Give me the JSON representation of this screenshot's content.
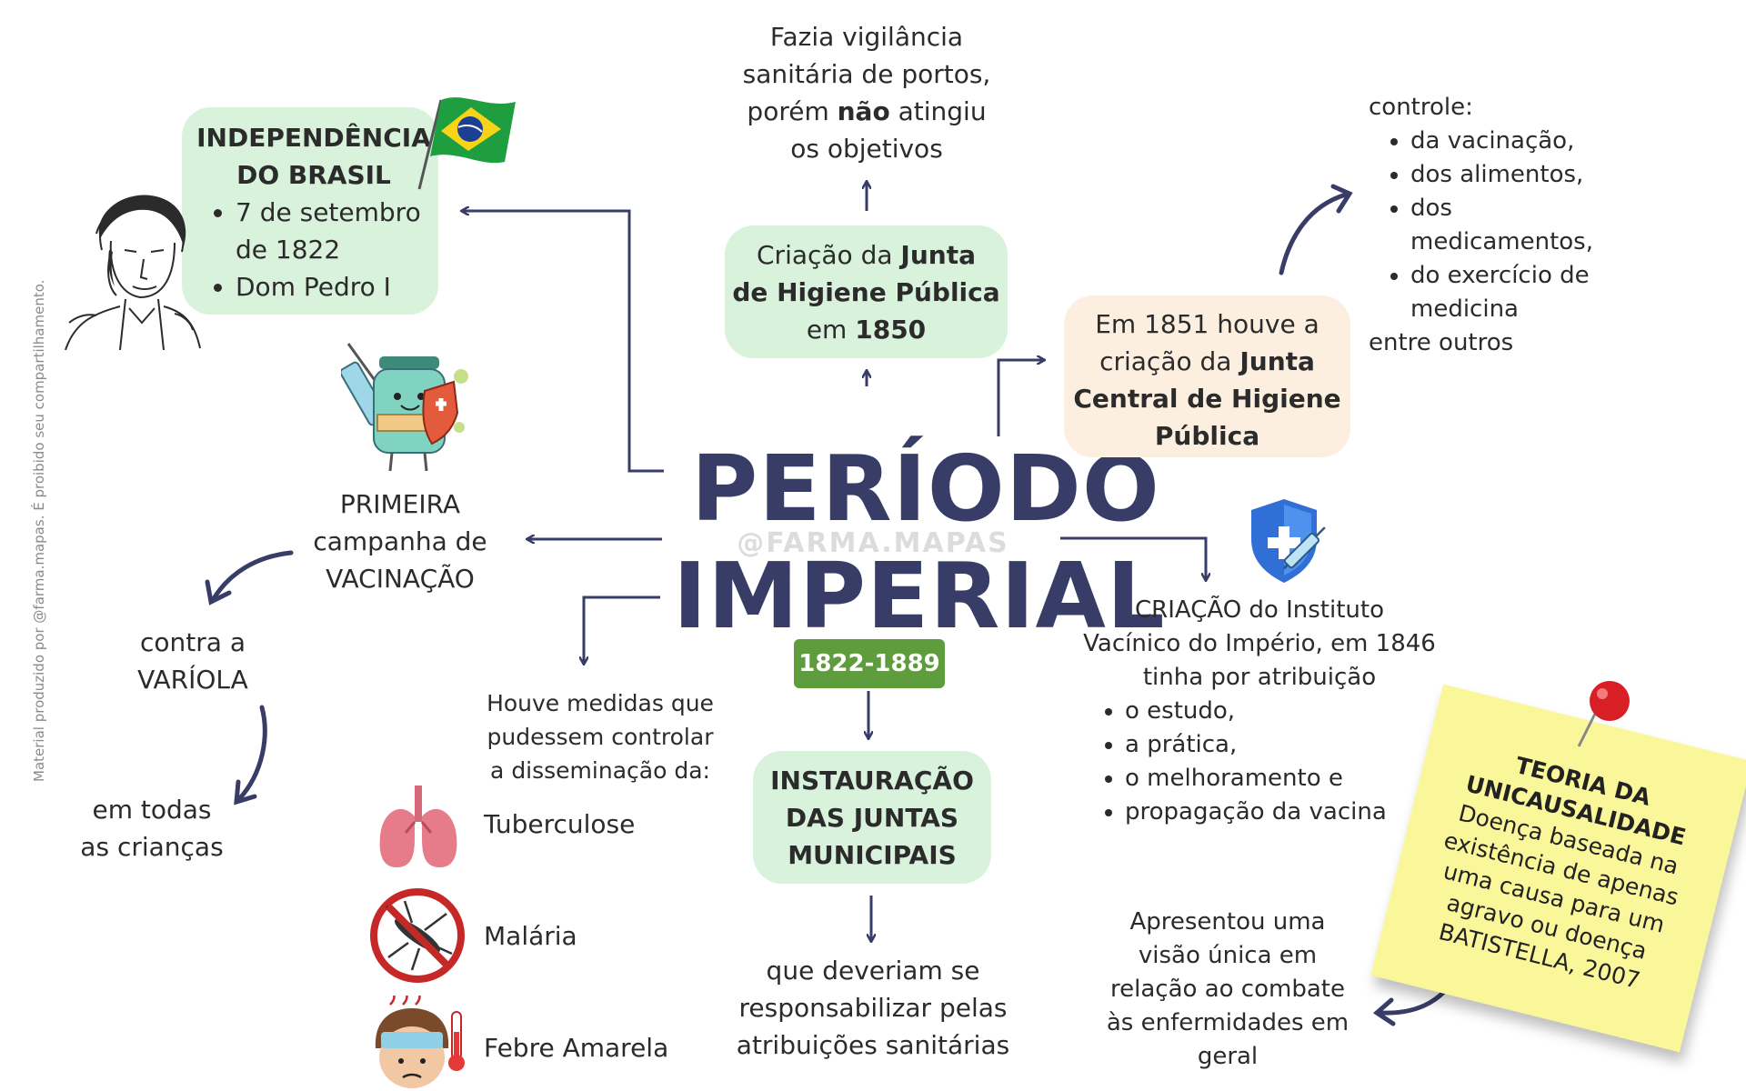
{
  "watermark": "Material produzido por @farma.mapas. É proibido seu compartilhamento.",
  "center": {
    "title_line1": "PERÍODO",
    "title_line2": "IMPERIAL",
    "handle": "@FARMA.MAPAS",
    "years": "1822-1889"
  },
  "independence": {
    "title_line1": "INDEPENDÊNCIA",
    "title_line2": "DO BRASIL",
    "bullets": [
      "7 de setembro de 1822",
      "Dom Pedro I"
    ]
  },
  "vaccination": {
    "line1": "PRIMEIRA",
    "line2": "campanha de",
    "line3": "VACINAÇÃO",
    "against_line1": "contra a",
    "against_line2": "VARÍOLA",
    "children_line1": "em todas",
    "children_line2": "as crianças"
  },
  "measures": {
    "intro_line1": "Houve medidas que",
    "intro_line2": "pudessem controlar",
    "intro_line3": "a disseminação da:",
    "diseases": [
      "Tuberculose",
      "Malária",
      "Febre Amarela"
    ]
  },
  "junta_1850": {
    "pre": "Criação da ",
    "bold1": "Junta",
    "bold2": "de Higiene Pública",
    "pre3": "em ",
    "bold3": "1850",
    "outcome_line1": "Fazia vigilância",
    "outcome_line2": "sanitária de portos,",
    "outcome_pre": "porém ",
    "outcome_bold": "não",
    "outcome_post": " atingiu",
    "outcome_line4": "os objetivos"
  },
  "municipal": {
    "line1": "INSTAURAÇÃO",
    "line2": "DAS JUNTAS",
    "line3": "MUNICIPAIS",
    "desc_line1": "que deveriam se",
    "desc_line2": "responsabilizar pelas",
    "desc_line3": "atribuições sanitárias"
  },
  "junta_1851": {
    "line1": "Em 1851 houve a",
    "line2_pre": "criação da ",
    "line2_bold": "Junta",
    "line3": "Central de Higiene",
    "line4": "Pública",
    "control_title": "controle:",
    "control_items": [
      "da vacinação,",
      "dos alimentos,",
      "dos medicamentos,",
      "do exercício de medicina"
    ],
    "control_footer": "entre outros"
  },
  "instituto": {
    "line1": "CRIAÇÃO do Instituto",
    "line2": "Vacínico do Império, em 1846",
    "line3": "tinha por atribuição",
    "items": [
      "o estudo,",
      "a prática,",
      "o melhoramento e",
      "propagação da vacina"
    ]
  },
  "teoria": {
    "title_line1": "TEORIA DA",
    "title_line2": "UNICAUSALIDADE",
    "line1": "Doença baseada na",
    "line2": "existência de apenas",
    "line3": "uma causa para um",
    "line4": "agravo ou doença",
    "line5": "BATISTELLA, 2007",
    "result_line1": "Apresentou uma",
    "result_line2": "visão única em",
    "result_line3": "relação ao combate",
    "result_line4": "às enfermidades em",
    "result_line5": "geral"
  },
  "colors": {
    "navy": "#383d68",
    "green_box": "#d9f2dc",
    "peach_box": "#fcefdf",
    "badge": "#5f9c3e",
    "note": "#faf79a"
  }
}
